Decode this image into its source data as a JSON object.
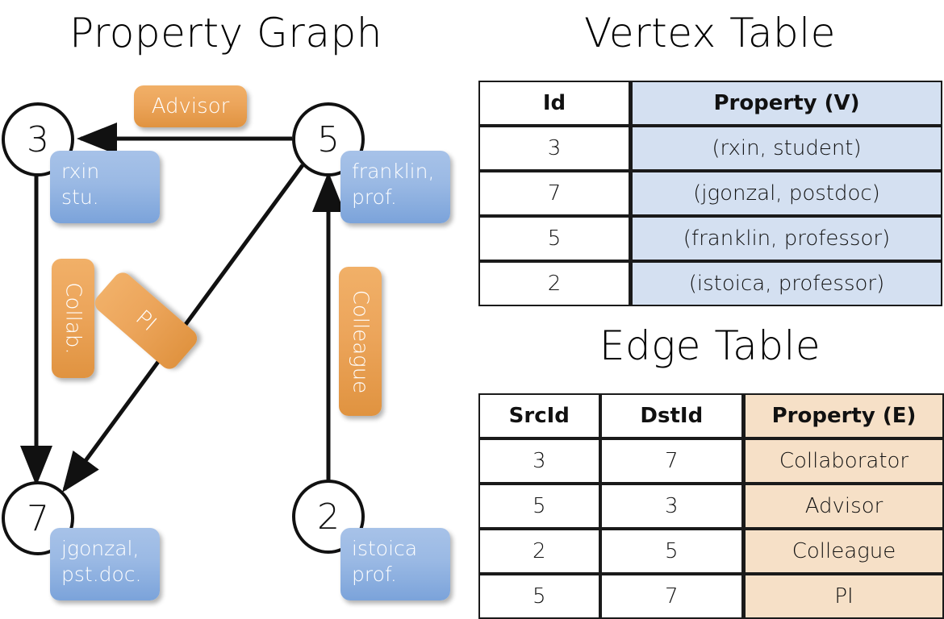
{
  "titles": {
    "property_graph": "Property Graph",
    "vertex_table": "Vertex Table",
    "edge_table": "Edge Table"
  },
  "colors": {
    "vertex_property_fill": "#d4e0f1",
    "edge_property_fill": "#f6e0c7",
    "node_prop_box": "#9ab9e4",
    "edge_label_box": "#eca55b",
    "stroke": "#111111"
  },
  "graph": {
    "nodes": [
      {
        "id": "3",
        "property": "rxin\nstu.",
        "prop_line1": "rxin",
        "prop_line2": "stu."
      },
      {
        "id": "5",
        "property": "franklin, prof.",
        "prop_line1": "franklin,",
        "prop_line2": "prof."
      },
      {
        "id": "7",
        "property": "jgonzal, pst.doc.",
        "prop_line1": "jgonzal,",
        "prop_line2": "pst.doc."
      },
      {
        "id": "2",
        "property": "istoica prof.",
        "prop_line1": "istoica",
        "prop_line2": "prof."
      }
    ],
    "edges": [
      {
        "label": "Advisor",
        "src": "5",
        "dst": "3"
      },
      {
        "label": "Collab.",
        "src": "3",
        "dst": "7"
      },
      {
        "label": "PI",
        "src": "5",
        "dst": "7"
      },
      {
        "label": "Colleague",
        "src": "2",
        "dst": "5"
      }
    ]
  },
  "vertex_table": {
    "headers": [
      "Id",
      "Property (V)"
    ],
    "rows": [
      {
        "id": "3",
        "property": "(rxin, student)"
      },
      {
        "id": "7",
        "property": "(jgonzal, postdoc)"
      },
      {
        "id": "5",
        "property": "(franklin, professor)"
      },
      {
        "id": "2",
        "property": "(istoica, professor)"
      }
    ]
  },
  "edge_table": {
    "headers": [
      "SrcId",
      "DstId",
      "Property (E)"
    ],
    "rows": [
      {
        "src": "3",
        "dst": "7",
        "property": "Collaborator"
      },
      {
        "src": "5",
        "dst": "3",
        "property": "Advisor"
      },
      {
        "src": "2",
        "dst": "5",
        "property": "Colleague"
      },
      {
        "src": "5",
        "dst": "7",
        "property": "PI"
      }
    ]
  }
}
